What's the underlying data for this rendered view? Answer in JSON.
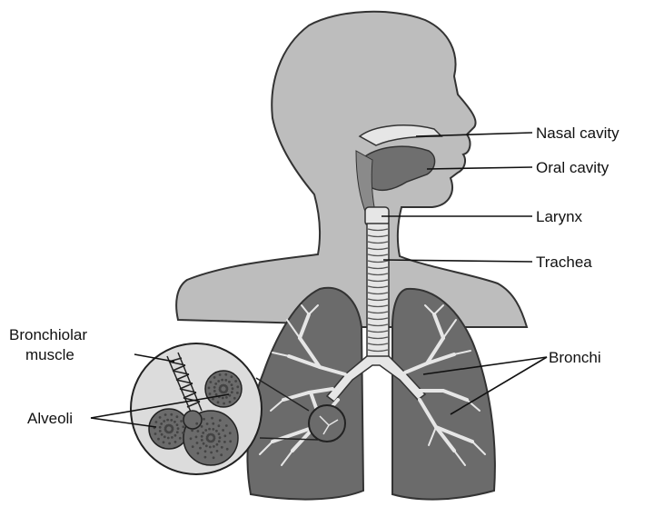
{
  "labels": {
    "nasal_cavity": "Nasal cavity",
    "oral_cavity": "Oral cavity",
    "larynx": "Larynx",
    "trachea": "Trachea",
    "bronchi": "Bronchi",
    "bronchiolar_muscle_line1": "Bronchiolar",
    "bronchiolar_muscle_line2": "muscle",
    "alveoli": "Alveoli"
  },
  "colors": {
    "body_fill": "#bdbdbd",
    "lung_fill": "#6b6b6b",
    "cavity_fill": "#6f6f6f",
    "outline": "#333333",
    "airway": "#e6e6e6",
    "magnifier_fill": "#dcdcdc"
  }
}
